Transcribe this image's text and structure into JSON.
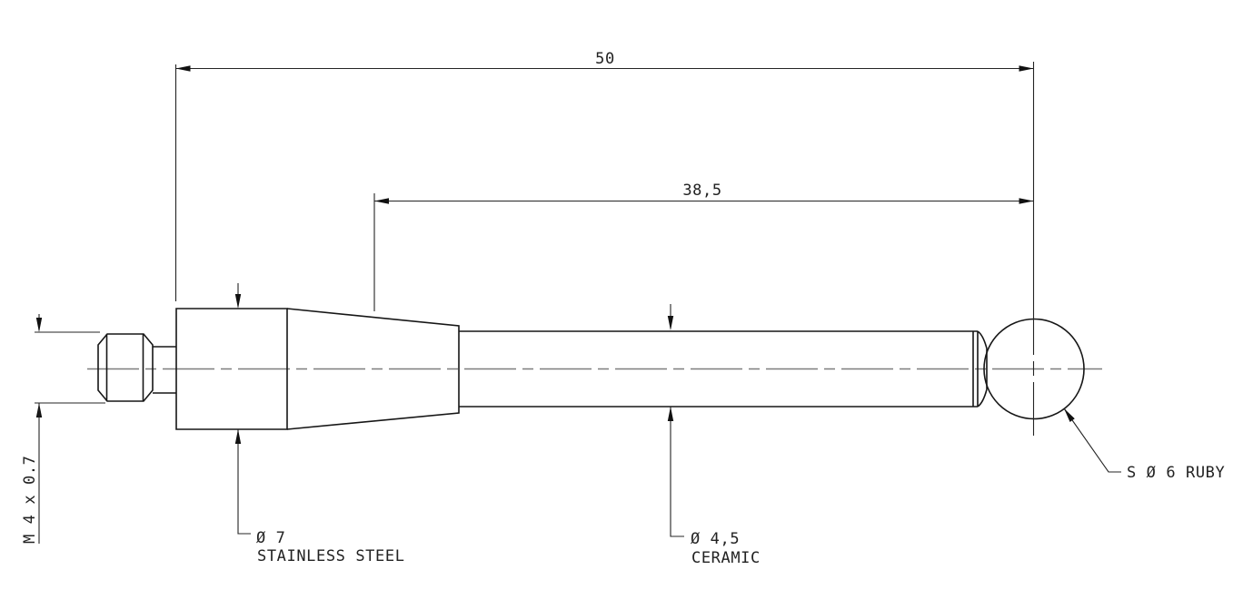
{
  "drawing": {
    "labels": {
      "overall_length": "50",
      "stem_length": "38,5",
      "thread_spec": "M 4 x 0.7",
      "body_diameter": "Ø 7",
      "body_material": "STAINLESS STEEL",
      "stem_diameter": "Ø 4,5",
      "stem_material": "CERAMIC",
      "ball_spec": "S Ø 6 RUBY"
    },
    "colors": {
      "background": "#ffffff",
      "object_line": "#161616",
      "dimension_line": "#242424",
      "center_line": "#7d7d7d",
      "text": "#222222"
    }
  }
}
